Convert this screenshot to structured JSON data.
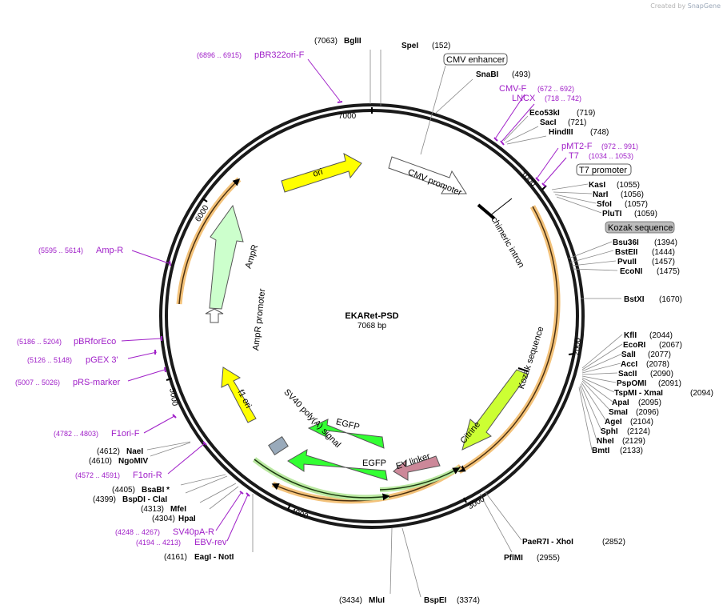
{
  "credit": {
    "prefix": "Created by",
    "brand": "SnapGene"
  },
  "plasmid": {
    "name": "EKARet-PSD",
    "size": "7068 bp",
    "length": 7068
  },
  "ticks": [
    "1000",
    "2000",
    "3000",
    "4000",
    "5000",
    "6000",
    "7000"
  ],
  "sites": [
    {
      "name": "BglII",
      "pos": "(7063)"
    },
    {
      "name": "SpeI",
      "pos": "(152)"
    },
    {
      "name": "SnaBI",
      "pos": "(493)"
    },
    {
      "name": "Eco53kI",
      "pos": "(719)"
    },
    {
      "name": "SacI",
      "pos": "(721)"
    },
    {
      "name": "HindIII",
      "pos": "(748)"
    },
    {
      "name": "KasI",
      "pos": "(1055)"
    },
    {
      "name": "NarI",
      "pos": "(1056)"
    },
    {
      "name": "SfoI",
      "pos": "(1057)"
    },
    {
      "name": "PluTI",
      "pos": "(1059)"
    },
    {
      "name": "Bsu36I",
      "pos": "(1394)"
    },
    {
      "name": "BstEII",
      "pos": "(1444)"
    },
    {
      "name": "PvuII",
      "pos": "(1457)"
    },
    {
      "name": "EcoNI",
      "pos": "(1475)"
    },
    {
      "name": "BstXI",
      "pos": "(1670)"
    },
    {
      "name": "KflI",
      "pos": "(2044)"
    },
    {
      "name": "EcoRI",
      "pos": "(2067)"
    },
    {
      "name": "SalI",
      "pos": "(2077)"
    },
    {
      "name": "AccI",
      "pos": "(2078)"
    },
    {
      "name": "SacII",
      "pos": "(2090)"
    },
    {
      "name": "PspOMI",
      "pos": "(2091)"
    },
    {
      "name": "TspMI  - XmaI",
      "pos": "(2094)"
    },
    {
      "name": "ApaI",
      "pos": "(2095)"
    },
    {
      "name": "SmaI",
      "pos": "(2096)"
    },
    {
      "name": "AgeI",
      "pos": "(2104)"
    },
    {
      "name": "SphI",
      "pos": "(2124)"
    },
    {
      "name": "NheI",
      "pos": "(2129)"
    },
    {
      "name": "BmtI",
      "pos": "(2133)"
    },
    {
      "name": "PaeR7I  - XhoI",
      "pos": "(2852)"
    },
    {
      "name": "PflMI",
      "pos": "(2955)"
    },
    {
      "name": "BspEI",
      "pos": "(3374)"
    },
    {
      "name": "MluI",
      "pos": "(3434)"
    },
    {
      "name": "EagI  - NotI",
      "pos": "(4161)"
    },
    {
      "name": "HpaI",
      "pos": "(4304)"
    },
    {
      "name": "MfeI",
      "pos": "(4313)"
    },
    {
      "name": "BspDI  - ClaI",
      "pos": "(4399)"
    },
    {
      "name": "BsaBI *",
      "pos": "(4405)"
    },
    {
      "name": "NgoMIV",
      "pos": "(4610)"
    },
    {
      "name": "NaeI",
      "pos": "(4612)"
    }
  ],
  "primers": [
    {
      "name": "pBR322ori-F",
      "range": "(6896 .. 6915)"
    },
    {
      "name": "CMV-F",
      "range": "(672 .. 692)"
    },
    {
      "name": "LNCX",
      "range": "(718 .. 742)"
    },
    {
      "name": "pMT2-F",
      "range": "(972 .. 991)"
    },
    {
      "name": "T7",
      "range": "(1034 .. 1053)"
    },
    {
      "name": "Amp-R",
      "range": "(5595 .. 5614)"
    },
    {
      "name": "pBRforEco",
      "range": "(5186 .. 5204)"
    },
    {
      "name": "pGEX 3'",
      "range": "(5126 .. 5148)"
    },
    {
      "name": "pRS-marker",
      "range": "(5007 .. 5026)"
    },
    {
      "name": "F1ori-F",
      "range": "(4782 .. 4803)"
    },
    {
      "name": "F1ori-R",
      "range": "(4572 .. 4591)"
    },
    {
      "name": "SV40pA-R",
      "range": "(4248 .. 4267)"
    },
    {
      "name": "EBV-rev",
      "range": "(4194 .. 4213)"
    }
  ],
  "boxed_labels": [
    {
      "text": "CMV enhancer"
    },
    {
      "text": "T7 promoter"
    },
    {
      "text": "Kozak sequence"
    }
  ],
  "features": [
    {
      "text": "CMV promoter"
    },
    {
      "text": "chimeric intron"
    },
    {
      "text": "ori"
    },
    {
      "text": "AmpR"
    },
    {
      "text": "AmpR promoter"
    },
    {
      "text": "f1 ori"
    },
    {
      "text": "SV40 poly(A) signal"
    },
    {
      "text": "EGFP"
    },
    {
      "text": "EGFP"
    },
    {
      "text": "EV linker"
    },
    {
      "text": "Citrine"
    },
    {
      "text": "Kozak sequence"
    }
  ],
  "colors": {
    "primer": "#a020c8",
    "ori": "#ffff00",
    "ampr": "#ccffcc",
    "egfp": "#33ff33",
    "citrine": "#ccff33",
    "ev_linker": "#cc8899",
    "sv40": "#99aabb",
    "orf": "#f0b060"
  }
}
